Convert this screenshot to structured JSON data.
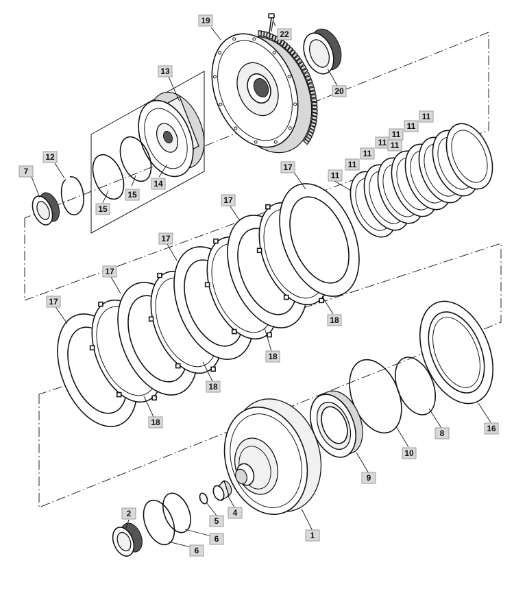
{
  "callouts": [
    {
      "id": "c-19",
      "label": "19"
    },
    {
      "id": "c-22",
      "label": "22"
    },
    {
      "id": "c-20",
      "label": "20"
    },
    {
      "id": "c-13",
      "label": "13"
    },
    {
      "id": "c-7",
      "label": "7"
    },
    {
      "id": "c-12",
      "label": "12"
    },
    {
      "id": "c-14",
      "label": "14"
    },
    {
      "id": "c-15a",
      "label": "15"
    },
    {
      "id": "c-15b",
      "label": "15"
    },
    {
      "id": "c-11a",
      "label": "11"
    },
    {
      "id": "c-11b",
      "label": "11"
    },
    {
      "id": "c-11c",
      "label": "11"
    },
    {
      "id": "c-11d",
      "label": "11"
    },
    {
      "id": "c-11e",
      "label": "11"
    },
    {
      "id": "c-11f",
      "label": "11"
    },
    {
      "id": "c-11g",
      "label": "11"
    },
    {
      "id": "c-11h",
      "label": "11"
    },
    {
      "id": "c-17a",
      "label": "17"
    },
    {
      "id": "c-17b",
      "label": "17"
    },
    {
      "id": "c-17c",
      "label": "17"
    },
    {
      "id": "c-17d",
      "label": "17"
    },
    {
      "id": "c-17e",
      "label": "17"
    },
    {
      "id": "c-18a",
      "label": "18"
    },
    {
      "id": "c-18b",
      "label": "18"
    },
    {
      "id": "c-18c",
      "label": "18"
    },
    {
      "id": "c-18d",
      "label": "18"
    },
    {
      "id": "c-16",
      "label": "16"
    },
    {
      "id": "c-8",
      "label": "8"
    },
    {
      "id": "c-10",
      "label": "10"
    },
    {
      "id": "c-9",
      "label": "9"
    },
    {
      "id": "c-1",
      "label": "1"
    },
    {
      "id": "c-4",
      "label": "4"
    },
    {
      "id": "c-5",
      "label": "5"
    },
    {
      "id": "c-6a",
      "label": "6"
    },
    {
      "id": "c-6b",
      "label": "6"
    },
    {
      "id": "c-2",
      "label": "2"
    }
  ]
}
